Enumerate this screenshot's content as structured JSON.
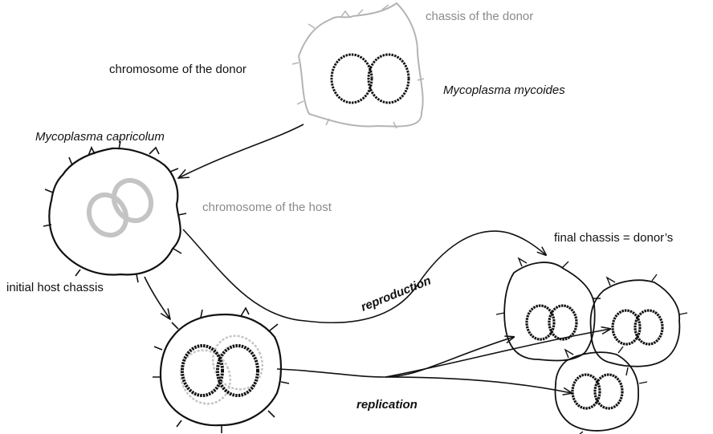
{
  "labels": {
    "donor_chassis": "chassis of the donor",
    "donor_chromosome": "chromosome of the donor",
    "donor_species": "Mycoplasma mycoides",
    "host_species": "Mycoplasma capricolum",
    "host_chromosome": "chromosome of the host",
    "initial_host_chassis": "initial host chassis",
    "final_chassis": "final chassis = donor’s",
    "reproduction": "reproduction",
    "replication": "replication"
  },
  "colors": {
    "ink": "#111111",
    "grey_label": "#8a8a8a",
    "grey_outline": "#b4b4b4",
    "faded_chromosome": "#c4c4c4"
  },
  "icons": {
    "cell": "cell-outline-icon",
    "chromosome": "circular-chromosome-icon"
  }
}
